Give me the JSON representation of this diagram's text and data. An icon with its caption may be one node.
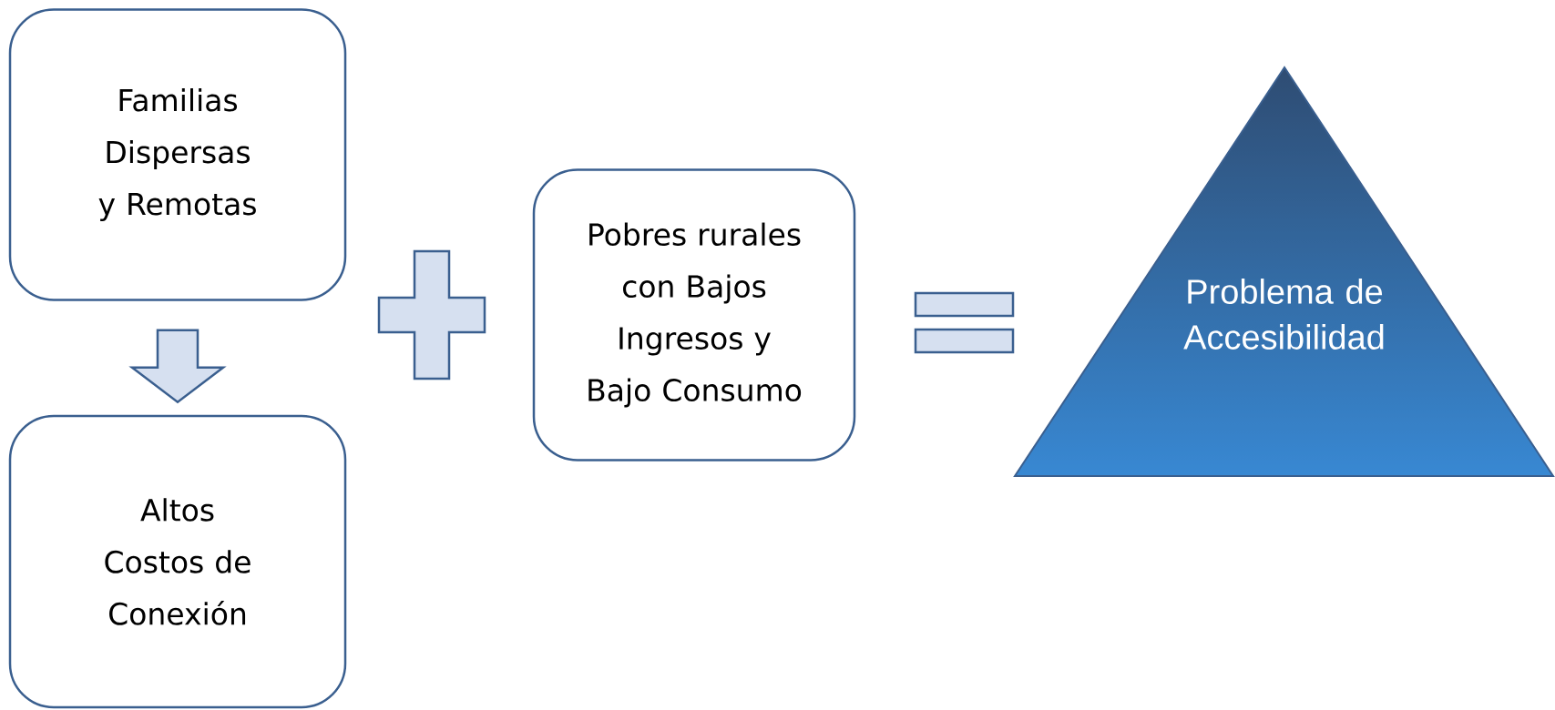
{
  "diagram": {
    "nodes": [
      {
        "text": [
          "Familias Dispersas y Remotas"
        ]
      },
      {
        "text": [
          "Altos Costos de Conexión"
        ]
      },
      {
        "text": [],
        "shape": "plus"
      },
      {
        "text": [
          "Pobres rurales con Bajos Ingresos y Bajo Consumo"
        ]
      },
      {
        "text": [],
        "shape": "equals"
      },
      {
        "text": [
          "Problema de Accesibilidad"
        ]
      }
    ],
    "edges": [
      {
        "from": 0,
        "to": 1,
        "arrow": "to"
      }
    ]
  }
}
